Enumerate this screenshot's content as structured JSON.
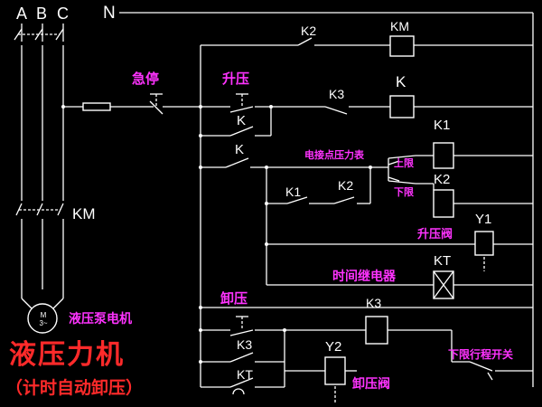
{
  "phase_labels": {
    "a": "A",
    "b": "B",
    "c": "C",
    "n": "N"
  },
  "contactor_main": "KM",
  "motor_symbol": "M\n3~",
  "motor_label": "液压泵电机",
  "title_main": "液压力机",
  "title_sub": "（计时自动卸压）",
  "components": {
    "estop": "急停",
    "boost": "升压",
    "k_hold1": "K",
    "k_hold2": "K",
    "k2_top": "K2",
    "km_coil": "KM",
    "k3_top": "K3",
    "k_coil": "K",
    "gauge": "电接点压力表",
    "upper": "上限",
    "lower": "下限",
    "k1_coil": "K1",
    "k2_coil": "K2",
    "k1_contact": "K1",
    "k2_contact": "K2",
    "y1": "Y1",
    "boost_valve": "升压阀",
    "kt_coil": "KT",
    "timer": "时间继电器",
    "unload": "卸压",
    "k3_coil": "K3",
    "k3_contact": "K3",
    "y2": "Y2",
    "kt_contact": "KT",
    "unload_valve": "卸压阀",
    "limit_switch": "下限行程开关"
  }
}
